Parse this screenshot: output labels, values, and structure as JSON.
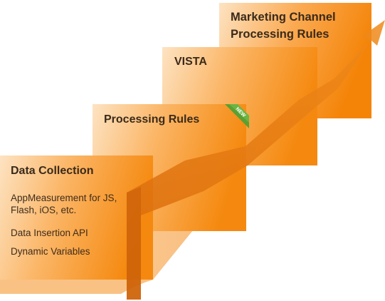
{
  "stages": [
    {
      "title": "Data Collection",
      "items": [
        "AppMeasurement for JS, Flash, iOS, etc.",
        "Data Insertion API",
        "Dynamic Variables"
      ]
    },
    {
      "title": "Processing Rules",
      "badge": "NEW"
    },
    {
      "title": "VISTA"
    },
    {
      "title": "Marketing Channel Processing Rules"
    }
  ],
  "colors": {
    "card_light": "#fde2bf",
    "card_dark": "#f58a12",
    "ribbon": "#e27510",
    "badge_green": "#5aa032",
    "text": "#3a2a1a"
  }
}
